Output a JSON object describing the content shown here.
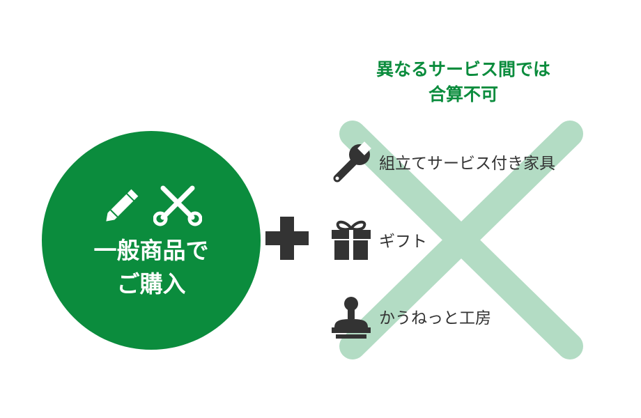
{
  "main_card": {
    "line1": "一般商品で",
    "line2": "ご購入",
    "icons": [
      "pencil-icon",
      "scissors-icon"
    ]
  },
  "operator": "plus-icon",
  "note": {
    "line1": "異なるサービス間では",
    "line2": "合算不可"
  },
  "services": [
    {
      "label": "組立てサービス付き家具",
      "icon": "wrench-icon"
    },
    {
      "label": "ギフト",
      "icon": "gift-icon"
    },
    {
      "label": "かうねっと工房",
      "icon": "stamp-icon"
    }
  ],
  "colors": {
    "brand_green": "#0b8c3d",
    "cross_green": "#b3dcc4",
    "icon_dark": "#333333",
    "text_dark": "#333333"
  }
}
